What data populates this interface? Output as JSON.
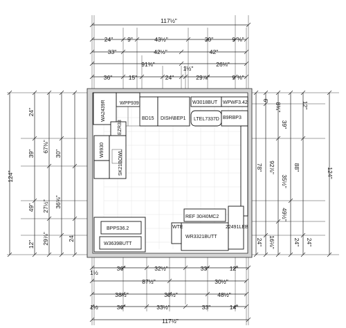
{
  "top_dims": [
    {
      "id": "top-total",
      "text": "117½\""
    },
    {
      "id": "top-r1-a",
      "text": "24\""
    },
    {
      "id": "top-r1-b",
      "text": "9\""
    },
    {
      "id": "top-r1-c",
      "text": "43½\""
    },
    {
      "id": "top-r1-d",
      "text": "30\""
    },
    {
      "id": "top-r1-e",
      "text": "9 ⅜\""
    },
    {
      "id": "top-r2-a",
      "text": "33\""
    },
    {
      "id": "top-r2-b",
      "text": "42½\""
    },
    {
      "id": "top-r2-c",
      "text": "42\""
    },
    {
      "id": "top-r3-a",
      "text": "91⅜\""
    },
    {
      "id": "top-r3-b",
      "text": "26⅛\""
    },
    {
      "id": "top-r4-a",
      "text": "36\""
    },
    {
      "id": "top-r4-b",
      "text": "15\""
    },
    {
      "id": "top-r4-c",
      "text": "24\""
    },
    {
      "id": "top-r4-d",
      "text": "1½\""
    },
    {
      "id": "top-r4-e",
      "text": "29⅞\""
    },
    {
      "id": "top-r4-f",
      "text": "9 ⅜\""
    }
  ],
  "bottom_dims": [
    {
      "id": "bot-r1-a",
      "text": "1½"
    },
    {
      "id": "bot-r1-b",
      "text": "36\""
    },
    {
      "id": "bot-r1-c",
      "text": "32½\""
    },
    {
      "id": "bot-r1-d",
      "text": "33\""
    },
    {
      "id": "bot-r1-e",
      "text": "12\""
    },
    {
      "id": "bot-r2-a",
      "text": "87½\""
    },
    {
      "id": "bot-r2-b",
      "text": "30½\""
    },
    {
      "id": "bot-r3-a",
      "text": "38½\""
    },
    {
      "id": "bot-r3-b",
      "text": "30½\""
    },
    {
      "id": "bot-r3-c",
      "text": "48½\""
    },
    {
      "id": "bot-r4-a",
      "text": "1½"
    },
    {
      "id": "bot-r4-b",
      "text": "36\""
    },
    {
      "id": "bot-r4-c",
      "text": "33½\""
    },
    {
      "id": "bot-r4-d",
      "text": "33\""
    },
    {
      "id": "bot-r4-e",
      "text": "14\""
    },
    {
      "id": "bot-total",
      "text": "117½\""
    }
  ],
  "left_dims": [
    {
      "id": "left-total",
      "text": "124\""
    },
    {
      "id": "left-a",
      "text": "24\""
    },
    {
      "id": "left-b",
      "text": "39\""
    },
    {
      "id": "left-c",
      "text": "67⅜\""
    },
    {
      "id": "left-d",
      "text": "30\""
    },
    {
      "id": "left-e",
      "text": "49\""
    },
    {
      "id": "left-f",
      "text": "27½\""
    },
    {
      "id": "left-g",
      "text": "36⅝\""
    },
    {
      "id": "left-h",
      "text": "12\""
    },
    {
      "id": "left-i",
      "text": "29⅞\""
    },
    {
      "id": "left-j",
      "text": "24"
    }
  ],
  "right_dims": [
    {
      "id": "right-total",
      "text": "124\""
    },
    {
      "id": "right-a",
      "text": "12\""
    },
    {
      "id": "right-b",
      "text": "8¾\""
    },
    {
      "id": "right-c",
      "text": "6"
    },
    {
      "id": "right-d",
      "text": "39\""
    },
    {
      "id": "right-e",
      "text": "88\""
    },
    {
      "id": "right-f",
      "text": "35½\""
    },
    {
      "id": "right-g",
      "text": "92⅞\""
    },
    {
      "id": "right-h",
      "text": "78\""
    },
    {
      "id": "right-i",
      "text": "49½\""
    },
    {
      "id": "right-j",
      "text": "16⅛\""
    },
    {
      "id": "right-k",
      "text": "24\""
    },
    {
      "id": "right-l",
      "text": "24\""
    },
    {
      "id": "right-m",
      "text": "24\""
    }
  ],
  "cabinets": [
    {
      "id": "cab-wpp939",
      "text": "WPP939"
    },
    {
      "id": "cab-wa2439r",
      "text": "WA2439R"
    },
    {
      "id": "cab-bd15",
      "text": "BD15"
    },
    {
      "id": "cab-dishbep",
      "text": "DISH\\BEP1"
    },
    {
      "id": "cab-w3018but",
      "text": "W3018BUT"
    },
    {
      "id": "cab-wpwf342",
      "text": "WPWF3.42"
    },
    {
      "id": "cab-ltel7337d",
      "text": "LTEL7337D"
    },
    {
      "id": "cab-b9rbp3",
      "text": "B9RBP3"
    },
    {
      "id": "cab-ezr33",
      "text": "EZR33"
    },
    {
      "id": "cab-w9930",
      "text": "W9930"
    },
    {
      "id": "cab-sk21bowl",
      "text": "SK21BOWL"
    },
    {
      "id": "cab-bpps362",
      "text": "BPPS36.2"
    },
    {
      "id": "cab-w3639butt",
      "text": "W3639BUTT"
    },
    {
      "id": "cab-wte",
      "text": "WTE"
    },
    {
      "id": "cab-wr3321butt",
      "text": "WR3321BUTT"
    },
    {
      "id": "cab-22491leb",
      "text": "22491LEB"
    },
    {
      "id": "cab-ref",
      "text": "REF 30/40MC2"
    }
  ]
}
